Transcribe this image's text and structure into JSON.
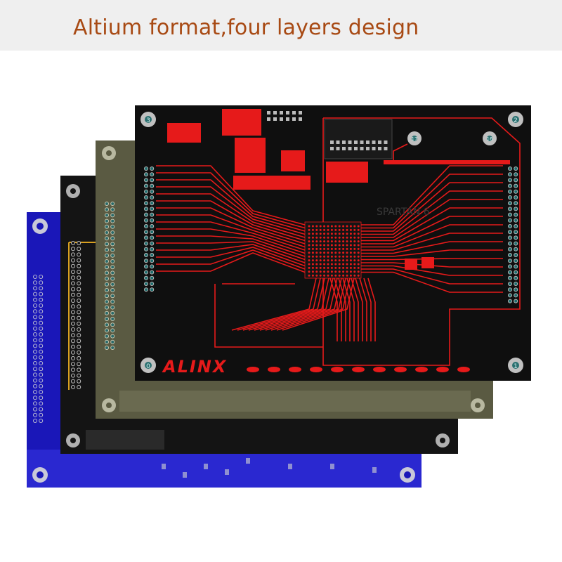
{
  "banner": {
    "title": "Altium format,four layers design"
  },
  "board": {
    "brand": "ALINX",
    "silkscreen_chip": "SPARTAN 6",
    "hole_labels": [
      "3",
      "2",
      "17",
      "16",
      "0",
      "1"
    ]
  },
  "colors": {
    "banner_bg": "#efefef",
    "banner_text": "#a84a14",
    "layer_bottom": "#1a17b8",
    "layer_inner2": "#141414",
    "layer_inner1": "#5a5a42",
    "layer_top": "#0f0f0f",
    "copper": "#e61a1a",
    "pad_silver": "#b8b8b8",
    "via_teal": "#1f6e6e"
  },
  "layers": [
    {
      "name": "bottom-layer"
    },
    {
      "name": "inner-layer-2"
    },
    {
      "name": "inner-layer-1"
    },
    {
      "name": "top-layer"
    }
  ]
}
